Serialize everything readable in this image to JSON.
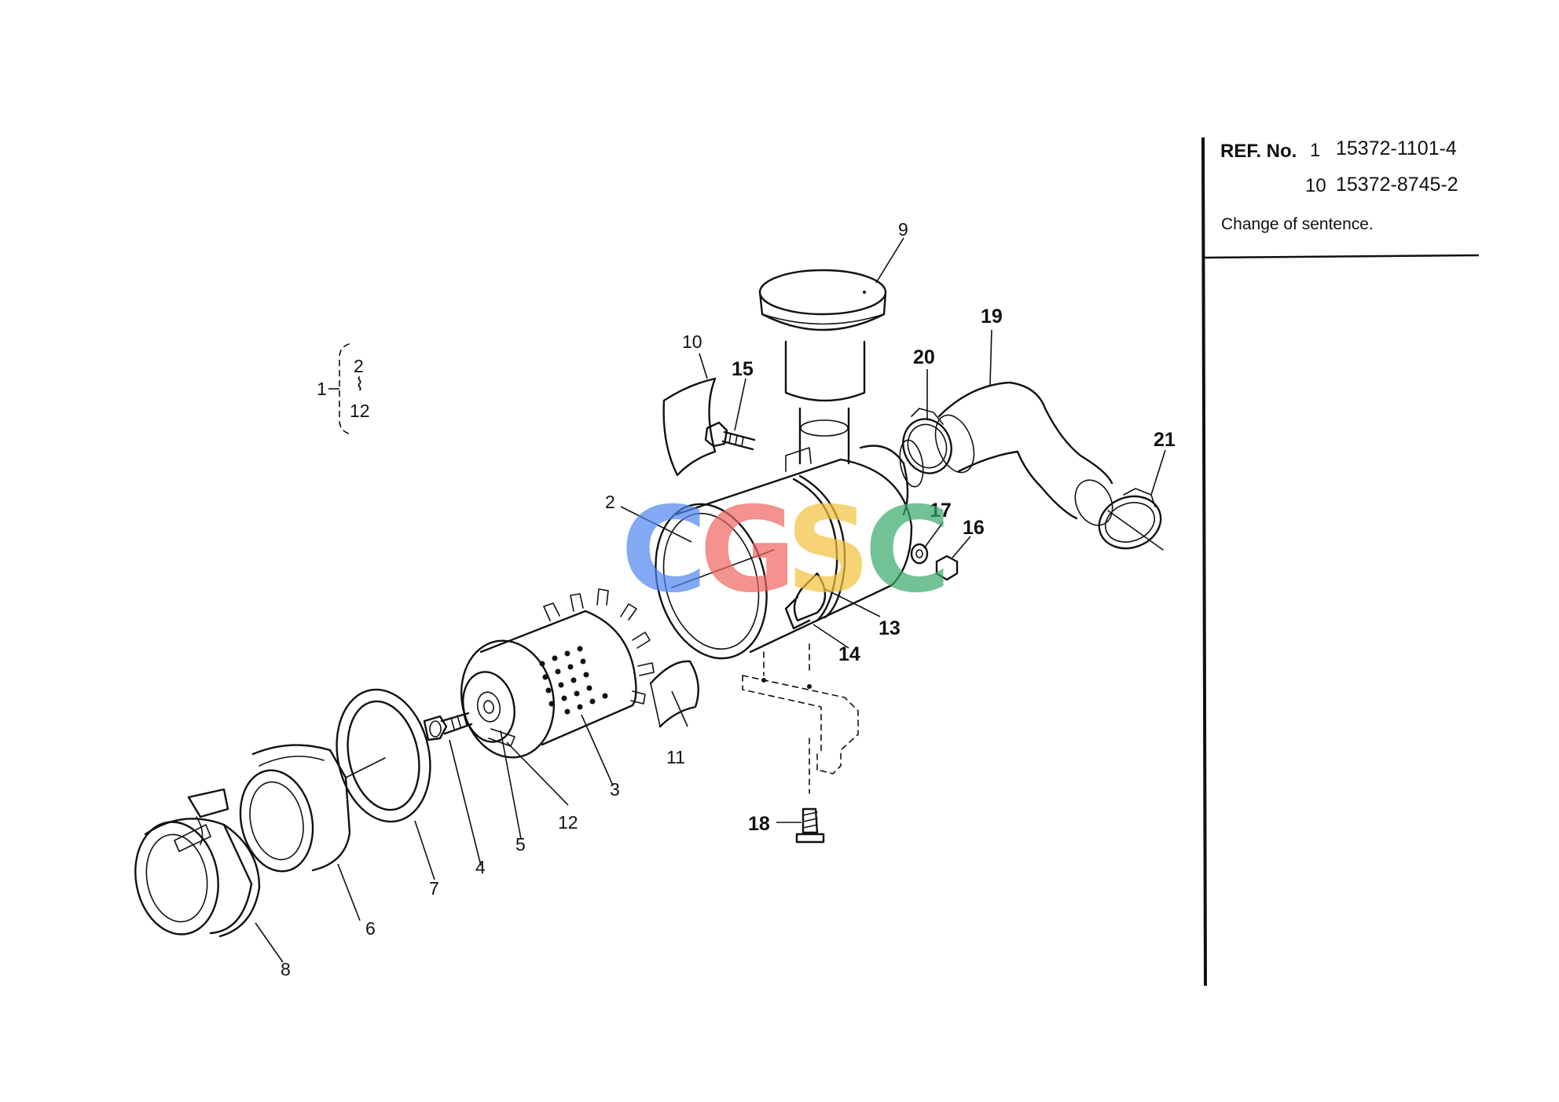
{
  "revision_note": {
    "ref_label": "REF. No.",
    "entries": [
      {
        "item": "1",
        "part_number": "15372-1101-4"
      },
      {
        "item": "10",
        "part_number": "15372-8745-2"
      }
    ],
    "remark": "Change of sentence."
  },
  "assembly_group": {
    "parent": "1",
    "range_start": "2",
    "range_end": "12"
  },
  "callouts": {
    "c2": "2",
    "c3": "3",
    "c4": "4",
    "c5": "5",
    "c6": "6",
    "c7": "7",
    "c8": "8",
    "c9": "9",
    "c10": "10",
    "c11": "11",
    "c12": "12",
    "c13": "13",
    "c14": "14",
    "c15": "15",
    "c16": "16",
    "c17": "17",
    "c18": "18",
    "c19": "19",
    "c20": "20",
    "c21": "21"
  },
  "watermark": {
    "letters": [
      "C",
      "G",
      "S",
      "C"
    ],
    "colors": [
      "#4f86f0",
      "#ef6461",
      "#f3c23d",
      "#38a96a"
    ]
  }
}
